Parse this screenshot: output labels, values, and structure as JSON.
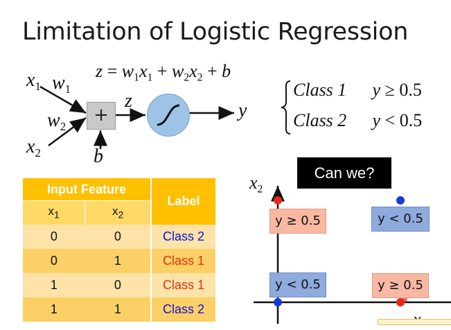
{
  "title": "Limitation of Logistic Regression",
  "diagram": {
    "equation": {
      "z": "z",
      "eq": "=",
      "w1": "w",
      "x1": "x",
      "plus1": "+",
      "w2": "w",
      "x2": "x",
      "plus2": "+",
      "b": "b",
      "sub1": "1",
      "sub2": "2"
    },
    "input_x1": "x",
    "input_x1_sub": "1",
    "weight_w1": "w",
    "weight_w1_sub": "1",
    "weight_w2": "w",
    "weight_w2_sub": "2",
    "input_x2": "x",
    "input_x2_sub": "2",
    "sum_symbol": "+",
    "bias": "b",
    "z_label": "z",
    "output_y": "y"
  },
  "cases": [
    {
      "class": "Class 1",
      "var": "y",
      "op": "≥",
      "threshold": "0.5"
    },
    {
      "class": "Class 2",
      "var": "y",
      "op": "<",
      "threshold": "0.5"
    }
  ],
  "table": {
    "group_header": "Input Feature",
    "label_header": "Label",
    "col_x1": "x",
    "col_x1_sub": "1",
    "col_x2": "x",
    "col_x2_sub": "2",
    "rows": [
      {
        "x1": "0",
        "x2": "0",
        "label": "Class 2",
        "label_color": "#1010d8"
      },
      {
        "x1": "0",
        "x2": "1",
        "label": "Class 1",
        "label_color": "#e03010"
      },
      {
        "x1": "1",
        "x2": "0",
        "label": "Class 1",
        "label_color": "#e03010"
      },
      {
        "x1": "1",
        "x2": "1",
        "label": "Class 2",
        "label_color": "#1010d8"
      }
    ]
  },
  "can_we": "Can we?",
  "plot": {
    "axis_x2": "x",
    "axis_x2_sub": "2",
    "axis_x1": "x",
    "regions": [
      {
        "text": "y ≥ 0.5",
        "color": "#f8b8a2"
      },
      {
        "text": "y < 0.5",
        "color": "#8faadc"
      },
      {
        "text": "y < 0.5",
        "color": "#8faadc"
      },
      {
        "text": "y ≥ 0.5",
        "color": "#f8b8a2"
      }
    ],
    "point_colors": {
      "class1": "#e8281a",
      "class2": "#1a3ad8"
    }
  }
}
